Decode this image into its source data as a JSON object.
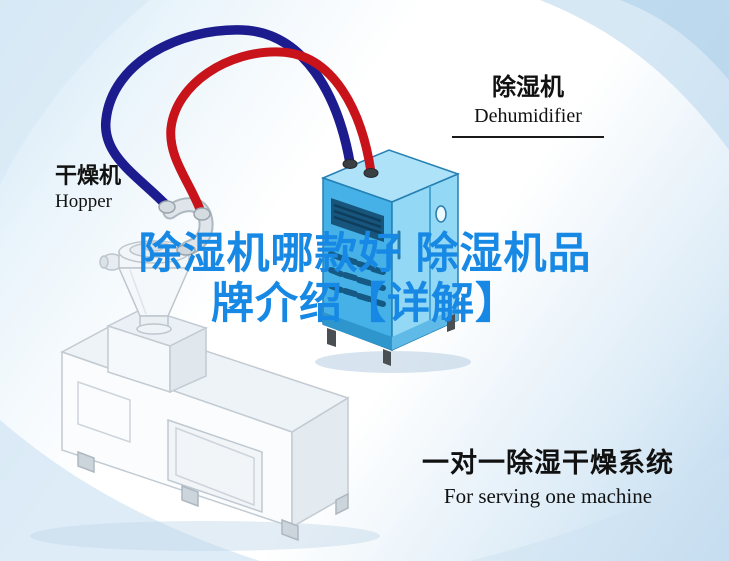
{
  "title": {
    "line1": "除湿机哪款好 除湿机品",
    "line2": "牌介绍【详解】"
  },
  "labels": {
    "hopper": {
      "cn": "干燥机",
      "en": "Hopper"
    },
    "dehumidifier": {
      "cn": "除湿机",
      "en": "Dehumidifier"
    },
    "system": {
      "cn": "一对一除湿干燥系统",
      "en": "For serving one machine"
    }
  },
  "colors": {
    "title_blue": "#1789e4",
    "hose_red": "#c8131b",
    "hose_navy": "#1d1c8e",
    "dehumidifier_left": "#45b1e6",
    "dehumidifier_right": "#93d8f5",
    "dehumidifier_top": "#aee2f8",
    "label_text": "#111111"
  }
}
